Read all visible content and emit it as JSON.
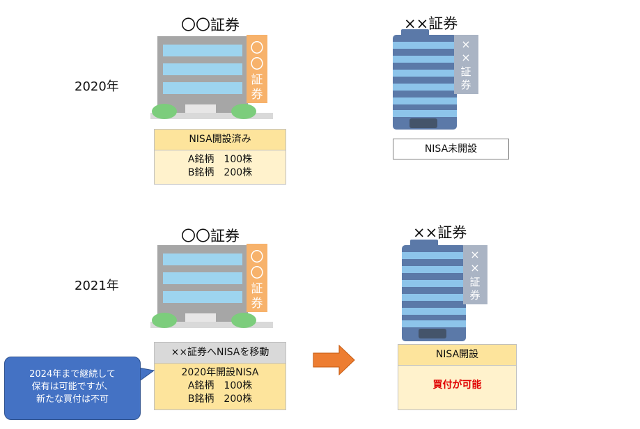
{
  "years": {
    "y2020": "2020年",
    "y2021": "2021年"
  },
  "firm_oo": {
    "title": "〇〇証券",
    "sign": [
      "〇",
      "〇",
      "証",
      "券"
    ]
  },
  "firm_xx": {
    "title": "××証券",
    "sign": [
      "×",
      "×",
      "証",
      "券"
    ]
  },
  "row2020": {
    "oo_box": {
      "header": "NISA開設済み",
      "holdings": [
        "A銘柄　100株",
        "B銘柄　200株"
      ]
    },
    "xx_box": {
      "label": "NISA未開設"
    }
  },
  "row2021": {
    "oo_box": {
      "header": "××証券へNISAを移動",
      "lines": [
        "2020年開設NISA",
        "A銘柄　100株",
        "B銘柄　200株"
      ]
    },
    "callout": [
      "2024年まで継続して",
      "保有は可能ですが、",
      "新たな買付は不可"
    ],
    "xx_box": {
      "header": "NISA開設",
      "note": "買付が可能"
    }
  },
  "colors": {
    "box_gold": "#fde49c",
    "box_cream": "#fff2cc",
    "box_gray": "#d9d9d9",
    "callout": "#4472c4",
    "arrow": "#ed7d31",
    "emphasis": "#e00000",
    "building_gray": "#a6a6a6",
    "building_window": "#9dd4ef",
    "sign_orange": "#f7b26b",
    "tower_blue": "#5b79a8",
    "tower_stripe": "#8dc4ea"
  }
}
